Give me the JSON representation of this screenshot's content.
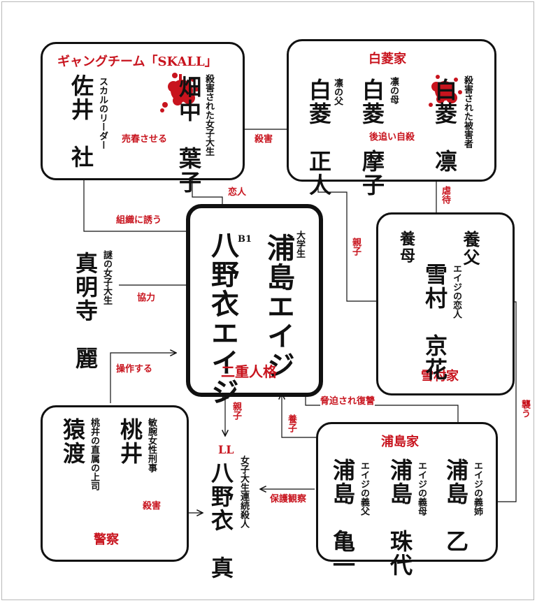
{
  "colors": {
    "accent": "#c8141e",
    "line": "#111111",
    "border": "#111111"
  },
  "groups": {
    "skall": "ギャングチーム「SKALL」",
    "shirabishi": "白菱家",
    "yukimura": "雪村家",
    "urashima": "浦島家",
    "keisatsu": "警察"
  },
  "people": {
    "sai": {
      "name": "佐井　社",
      "desc": "スカルのリーダー"
    },
    "hata": {
      "name": "畑中　葉子",
      "desc": "殺害された女子大生"
    },
    "masato": {
      "name": "白菱　正人",
      "desc": "凛の父"
    },
    "mako": {
      "name": "白菱　摩子",
      "desc": "凛の母"
    },
    "rin": {
      "name": "白菱　凛",
      "desc": "殺害された被害者"
    },
    "eiji_main": {
      "name": "浦島エイジ",
      "desc": "大学生"
    },
    "eiji_alt": {
      "name": "八野衣エイジ",
      "tag": "B1"
    },
    "nijuu": "二重人格",
    "mamyouji": {
      "name": "真明寺　麗",
      "desc": "謎の女子大生"
    },
    "youfu": "養父",
    "youbo": "養母",
    "kyouka": {
      "name": "雪村　京花",
      "desc": "エイジの恋人"
    },
    "saruwatari": {
      "name": "猿渡"
    },
    "momoi": {
      "name": "桃井",
      "desc": "敏腕女性刑事"
    },
    "momoi_sub": "桃井の直属の上司",
    "makoto": {
      "name": "八野衣　真",
      "tag": "LL",
      "desc": "女子大生連続殺人"
    },
    "kamekazu": {
      "name": "浦島　亀一",
      "desc": "エイジの義父"
    },
    "tamayo": {
      "name": "浦島　珠代",
      "desc": "エイジの義母"
    },
    "otome": {
      "name": "浦島　乙",
      "desc": "エイジの義姉"
    }
  },
  "relations": {
    "baishun": "売春させる",
    "satsugai1": "殺害",
    "atooi": "後追い自殺",
    "koibito": "恋人",
    "soshiki": "組織に誘う",
    "kyouryoku": "協力",
    "shinshi1": "親子",
    "gyakutai": "虐待",
    "sousa": "操作する",
    "kyouhaku": "脅迫され復讐",
    "shinshi2": "親子",
    "youshi": "養子",
    "osou": "襲う",
    "satsugai2": "殺害",
    "hogo": "保護観察"
  }
}
